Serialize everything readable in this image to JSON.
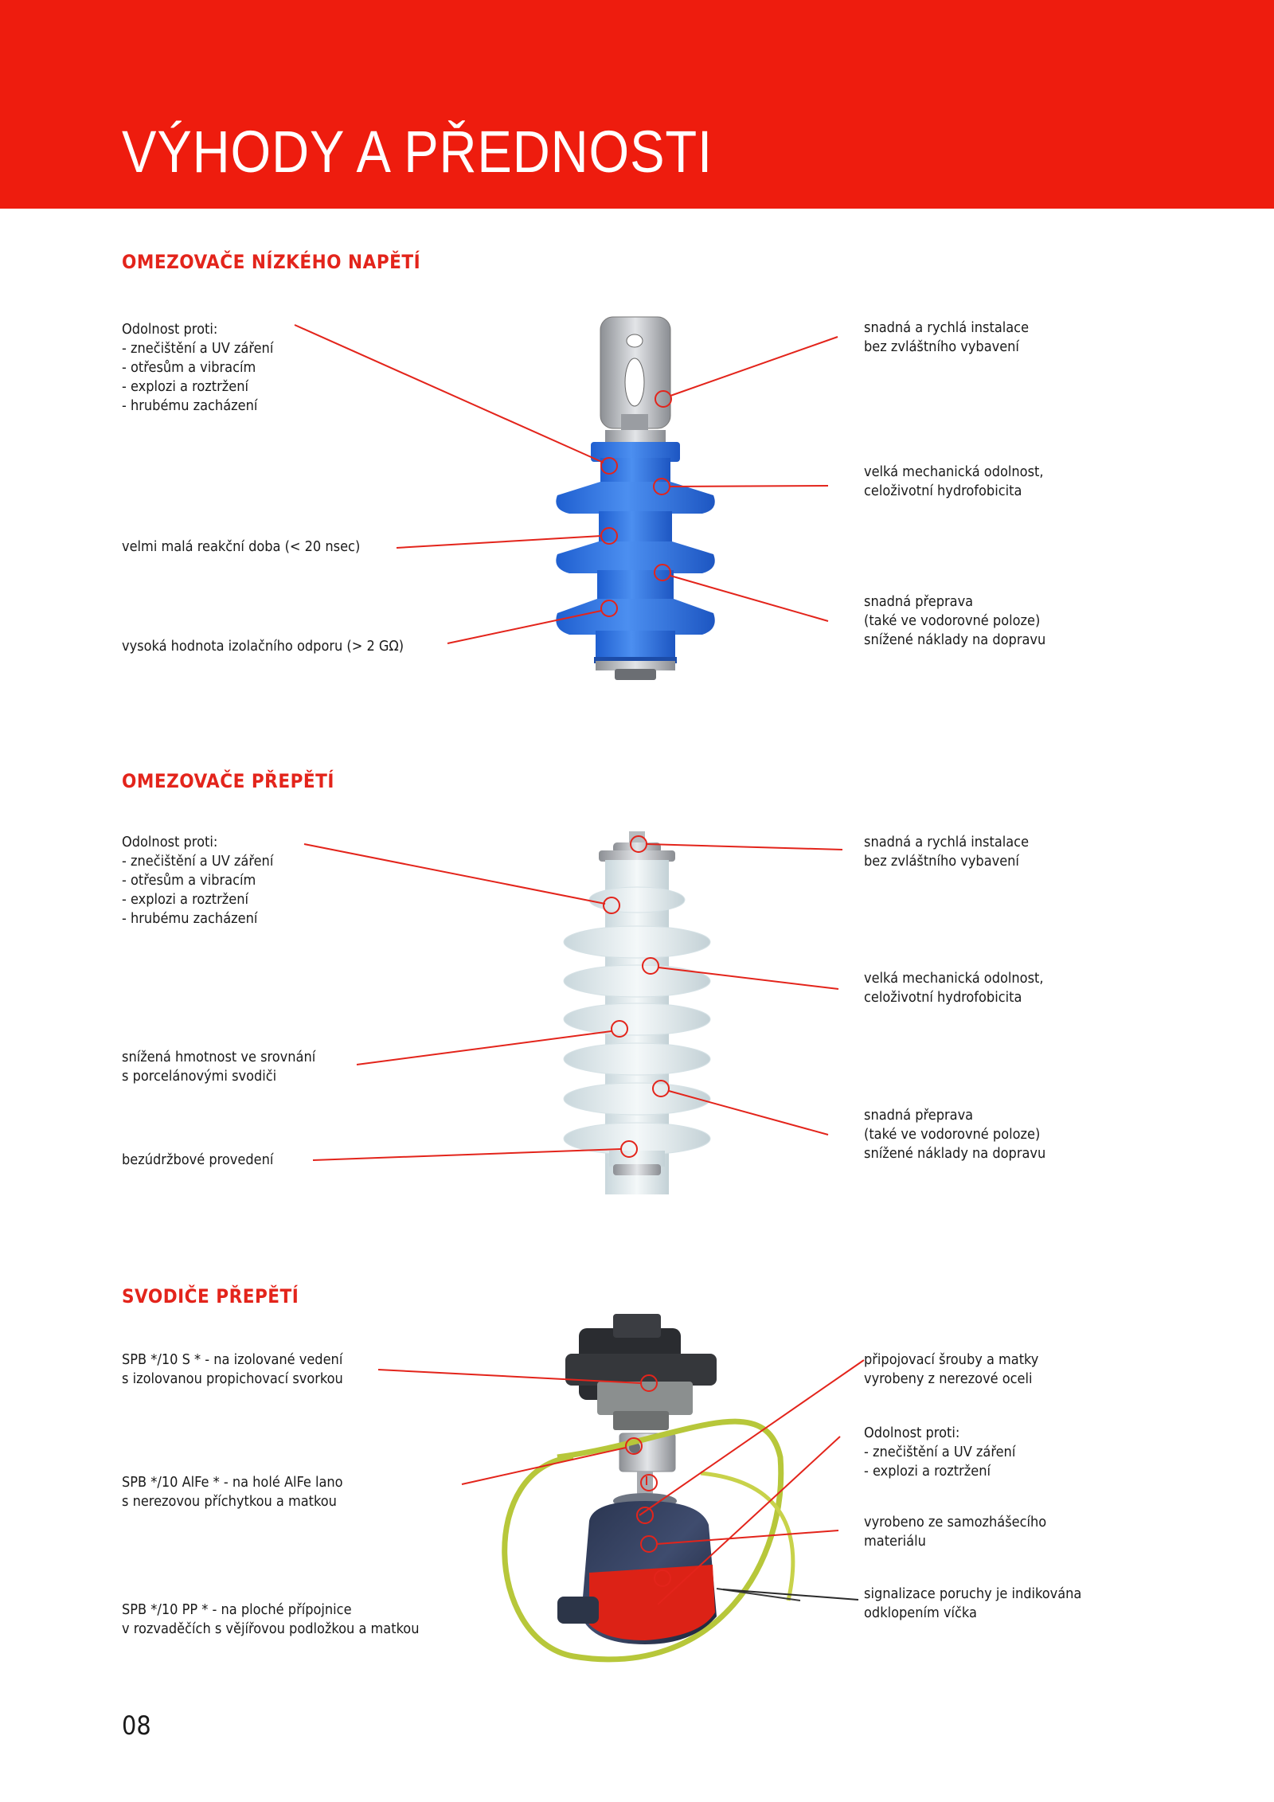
{
  "title": "VÝHODY A PŘEDNOSTI",
  "page_number": "08",
  "colors": {
    "brand_red": "#ee1c0e",
    "heading_red": "#e3241b",
    "callout_line": "#e3241b"
  },
  "sections": [
    {
      "heading": "OMEZOVAČE NÍZKÉHO NAPĚTÍ",
      "left": [
        "Odolnost proti:\n- znečištění a UV záření\n- otřesům a vibracím\n- explozi a roztržení\n- hrubému zacházení",
        "velmi malá reakční doba (< 20 nsec)",
        "vysoká hodnota izolačního odporu (> 2 GΩ)"
      ],
      "right": [
        "snadná a rychlá instalace\nbez zvláštního vybavení",
        "velká mechanická odolnost,\nceloživotní hydrofobicita",
        "snadná přeprava\n(také ve vodorovné poloze)\nsnížené náklady na dopravu"
      ]
    },
    {
      "heading": "OMEZOVAČE PŘEPĚTÍ",
      "left": [
        "Odolnost proti:\n- znečištění a UV záření\n- otřesům a vibracím\n- explozi a roztržení\n- hrubému zacházení",
        "snížená hmotnost ve srovnání\ns porcelánovými svodiči",
        "bezúdržbové provedení"
      ],
      "right": [
        "snadná a rychlá instalace\nbez zvláštního vybavení",
        "velká mechanická odolnost,\nceloživotní hydrofobicita",
        "snadná přeprava\n(také ve vodorovné poloze)\nsnížené náklady na dopravu"
      ]
    },
    {
      "heading": "SVODIČE PŘEPĚTÍ",
      "left": [
        "SPB */10 S * - na izolované vedení\ns izolovanou propichovací svorkou",
        "SPB */10 AlFe * - na holé AlFe lano\ns nerezovou příchytkou a matkou",
        "SPB */10 PP * - na ploché přípojnice\nv rozvaděčích s vějířovou podložkou a matkou"
      ],
      "right": [
        "připojovací šrouby a matky\nvyrobeny z nerezové oceli",
        "Odolnost proti:\n- znečištění a UV záření\n- explozi a roztržení",
        "vyrobeno ze samozhášecího\nmateriálu",
        "signalizace poruchy je indikována\nodklopením víčka"
      ]
    }
  ]
}
